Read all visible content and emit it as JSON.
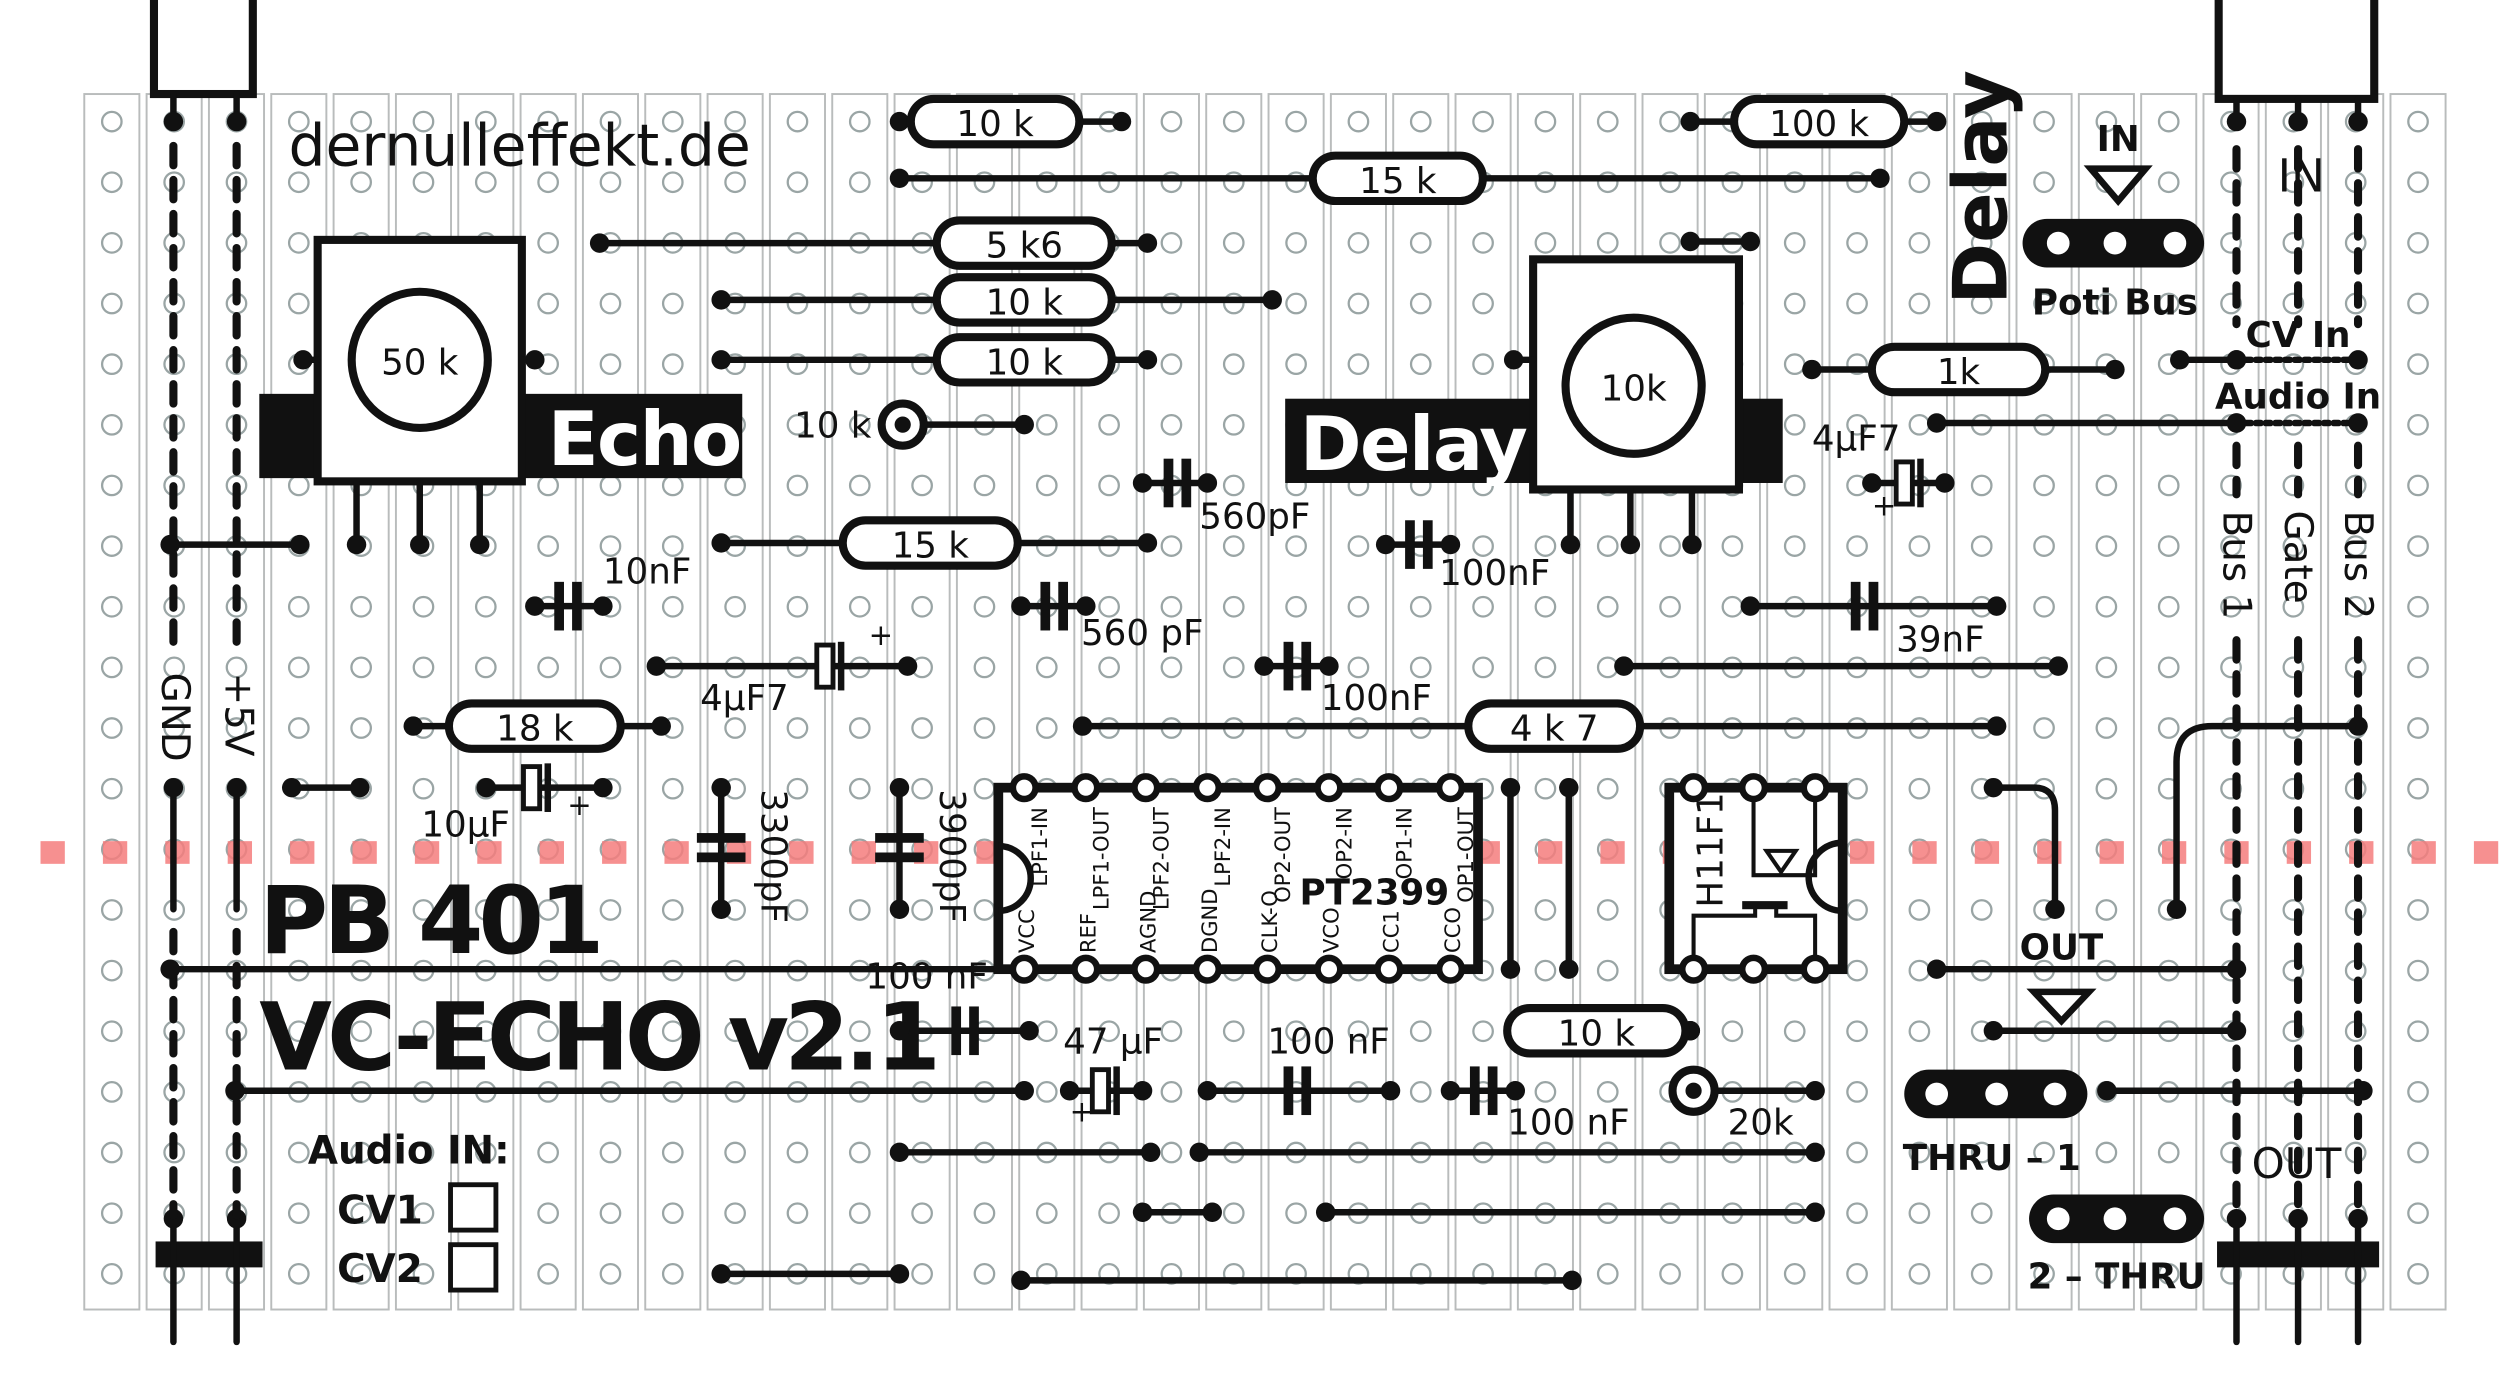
{
  "title": {
    "site": "dernulleffekt.de",
    "board": "PB 401",
    "project": "VC-ECHO v2.1"
  },
  "sections": {
    "echo": "Echo",
    "delay": "Delay",
    "delay_vertical": "Delay"
  },
  "pots": {
    "echo": "50 k",
    "delay": "10k"
  },
  "resistors": [
    "10 k",
    "15 k",
    "5 k6",
    "10 k",
    "10 k",
    "100 k",
    "1k",
    "15 k",
    "18 k",
    "4 k 7",
    "10 k"
  ],
  "trimmers": [
    "10 k",
    "20k"
  ],
  "capacitors": [
    "10nF",
    "4µF7",
    "10µF",
    "3300pF",
    "3900pF",
    "560pF",
    "560 pF",
    "100nF",
    "100nF",
    "4µF7",
    "39nF",
    "100 nF",
    "47 µF",
    "100 nF",
    "100 nF"
  ],
  "polarity": "+",
  "ic": {
    "name": "PT2399",
    "pins_top": [
      "LPF1-IN",
      "LPF1-OUT",
      "LPF2-OUT",
      "LPF2-IN",
      "OP2-OUT",
      "OP2-IN",
      "OP1-IN",
      "OP1-OUT"
    ],
    "pins_bottom": [
      "VCC",
      "REF",
      "AGND",
      "DGND",
      "CLK-O",
      "VCO",
      "CC1",
      "CCO"
    ]
  },
  "optocoupler": "H11F1",
  "power": {
    "gnd": "GND",
    "vcc": "+5V"
  },
  "audio_in": {
    "title": "Audio IN:",
    "options": [
      "CV1",
      "CV2"
    ]
  },
  "connectors": {
    "in_small": "IN",
    "poti_bus": "Poti Bus",
    "in_bus": "IN",
    "cv_in": "CV In",
    "audio_in": "Audio In",
    "bus1": "Bus 1",
    "gate": "Gate",
    "bus2": "Bus 2",
    "out_small": "OUT",
    "thru1": "THRU – 1",
    "out_bus": "OUT",
    "thru2": "2 – THRU"
  },
  "colors": {
    "strip": "#b9bcbc",
    "hole": "#9aa5a5",
    "cut": "#f47c7c",
    "ink": "#111111"
  }
}
